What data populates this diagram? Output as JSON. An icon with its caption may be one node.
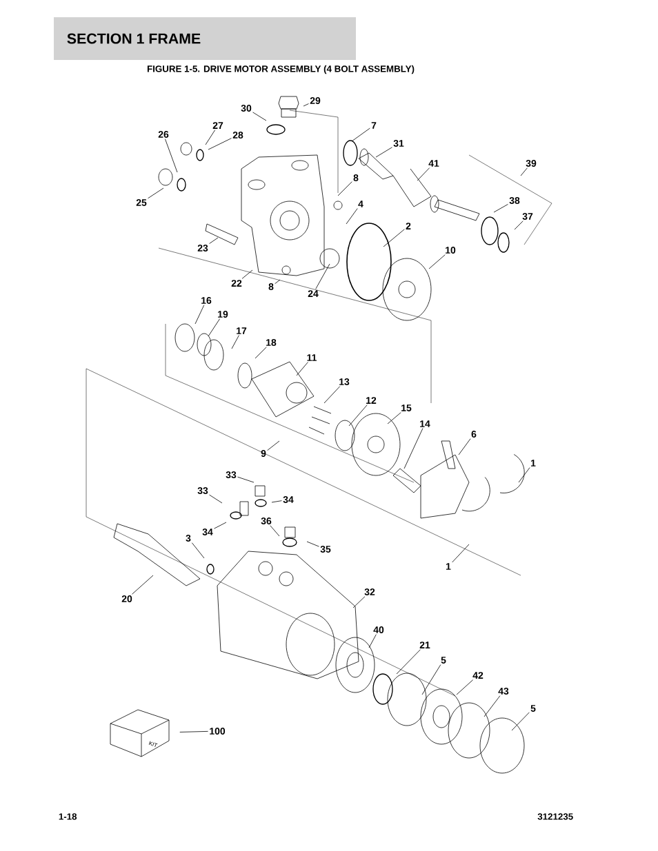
{
  "diagram": {
    "title": "FIGURE 1-5. DRIVE MOTOR ASSEMBLY (4 BOLT ASSEMBLY)",
    "nodes": [
      {
        "text": [
          "29"
        ]
      },
      {
        "text": [
          "30"
        ]
      },
      {
        "text": [
          "27"
        ]
      },
      {
        "text": [
          "28"
        ]
      },
      {
        "text": [
          "26"
        ]
      },
      {
        "text": [
          "25"
        ]
      },
      {
        "text": [
          "7"
        ]
      },
      {
        "text": [
          "31"
        ]
      },
      {
        "text": [
          "41"
        ]
      },
      {
        "text": [
          "39"
        ]
      },
      {
        "text": [
          "8"
        ]
      },
      {
        "text": [
          "4"
        ]
      },
      {
        "text": [
          "38"
        ]
      },
      {
        "text": [
          "37"
        ]
      },
      {
        "text": [
          "2"
        ]
      },
      {
        "text": [
          "23"
        ]
      },
      {
        "text": [
          "10"
        ]
      },
      {
        "text": [
          "22"
        ]
      },
      {
        "text": [
          "8"
        ]
      },
      {
        "text": [
          "24"
        ]
      },
      {
        "text": [
          "16"
        ]
      },
      {
        "text": [
          "19"
        ]
      },
      {
        "text": [
          "17"
        ]
      },
      {
        "text": [
          "18"
        ]
      },
      {
        "text": [
          "11"
        ]
      },
      {
        "text": [
          "13"
        ]
      },
      {
        "text": [
          "12"
        ]
      },
      {
        "text": [
          "15"
        ]
      },
      {
        "text": [
          "14"
        ]
      },
      {
        "text": [
          "6"
        ]
      },
      {
        "text": [
          "9"
        ]
      },
      {
        "text": [
          "1"
        ]
      },
      {
        "text": [
          "33"
        ]
      },
      {
        "text": [
          "33"
        ]
      },
      {
        "text": [
          "34"
        ]
      },
      {
        "text": [
          "34"
        ]
      },
      {
        "text": [
          "36"
        ]
      },
      {
        "text": [
          "35"
        ]
      },
      {
        "text": [
          "3"
        ]
      },
      {
        "text": [
          "1"
        ]
      },
      {
        "text": [
          "20"
        ]
      },
      {
        "text": [
          "32"
        ]
      },
      {
        "text": [
          "40"
        ]
      },
      {
        "text": [
          "21"
        ]
      },
      {
        "text": [
          "5"
        ]
      },
      {
        "text": [
          "42"
        ]
      },
      {
        "text": [
          "43"
        ]
      },
      {
        "text": [
          "5"
        ]
      },
      {
        "text": [
          "100"
        ]
      },
      {
        "text": [],
        "shape": "box"
      }
    ],
    "edges": [
      {
        "from": 0,
        "to": null,
        "arrow": "none"
      },
      {
        "from": 1,
        "to": null,
        "arrow": "none"
      },
      {
        "from": 2,
        "to": null,
        "arrow": "none"
      },
      {
        "from": 3,
        "to": null,
        "arrow": "none"
      },
      {
        "from": 4,
        "to": null,
        "arrow": "none"
      },
      {
        "from": 5,
        "to": null,
        "arrow": "none"
      },
      {
        "from": 6,
        "to": null,
        "arrow": "none"
      },
      {
        "from": 7,
        "to": null,
        "arrow": "none"
      },
      {
        "from": 8,
        "to": null,
        "arrow": "none"
      },
      {
        "from": 9,
        "to": null,
        "arrow": "none"
      },
      {
        "from": 10,
        "to": null,
        "arrow": "none"
      },
      {
        "from": 11,
        "to": null,
        "arrow": "none"
      },
      {
        "from": 12,
        "to": null,
        "arrow": "none"
      },
      {
        "from": 13,
        "to": null,
        "arrow": "none"
      },
      {
        "from": 14,
        "to": null,
        "arrow": "none"
      },
      {
        "from": 15,
        "to": null,
        "arrow": "none"
      },
      {
        "from": 16,
        "to": null,
        "arrow": "none"
      },
      {
        "from": 17,
        "to": null,
        "arrow": "none"
      },
      {
        "from": 18,
        "to": null,
        "arrow": "none"
      },
      {
        "from": 19,
        "to": null,
        "arrow": "none"
      },
      {
        "from": 20,
        "to": null,
        "arrow": "none"
      },
      {
        "from": 21,
        "to": null,
        "arrow": "none"
      },
      {
        "from": 22,
        "to": null,
        "arrow": "none"
      },
      {
        "from": 23,
        "to": null,
        "arrow": "none"
      },
      {
        "from": 24,
        "to": null,
        "arrow": "none"
      },
      {
        "from": 25,
        "to": null,
        "arrow": "none"
      },
      {
        "from": 26,
        "to": null,
        "arrow": "none"
      },
      {
        "from": 27,
        "to": null,
        "arrow": "none"
      },
      {
        "from": 28,
        "to": null,
        "arrow": "none"
      },
      {
        "from": 29,
        "to": null,
        "arrow": "none"
      },
      {
        "from": 30,
        "to": null,
        "arrow": "none"
      },
      {
        "from": 31,
        "to": null,
        "arrow": "none"
      },
      {
        "from": 32,
        "to": null,
        "arrow": "none"
      },
      {
        "from": 33,
        "to": null,
        "arrow": "none"
      },
      {
        "from": 34,
        "to": null,
        "arrow": "none"
      },
      {
        "from": 35,
        "to": null,
        "arrow": "none"
      },
      {
        "from": 36,
        "to": null,
        "arrow": "none"
      },
      {
        "from": 37,
        "to": null,
        "arrow": "none"
      },
      {
        "from": 38,
        "to": null,
        "arrow": "none"
      },
      {
        "from": 39,
        "to": null,
        "arrow": "none"
      },
      {
        "from": 40,
        "to": null,
        "arrow": "none"
      },
      {
        "from": 41,
        "to": null,
        "arrow": "none"
      },
      {
        "from": 42,
        "to": null,
        "arrow": "none"
      },
      {
        "from": 43,
        "to": null,
        "arrow": "none"
      },
      {
        "from": 44,
        "to": null,
        "arrow": "none"
      },
      {
        "from": 45,
        "to": null,
        "arrow": "none"
      },
      {
        "from": 46,
        "to": null,
        "arrow": "none"
      },
      {
        "from": 47,
        "to": null,
        "arrow": "none"
      },
      {
        "from": 48,
        "to": 49,
        "arrow": "none"
      }
    ],
    "labels": [
      "SECTION 1  FRAME",
      "KIT",
      "1-18",
      "3121235"
    ]
  }
}
